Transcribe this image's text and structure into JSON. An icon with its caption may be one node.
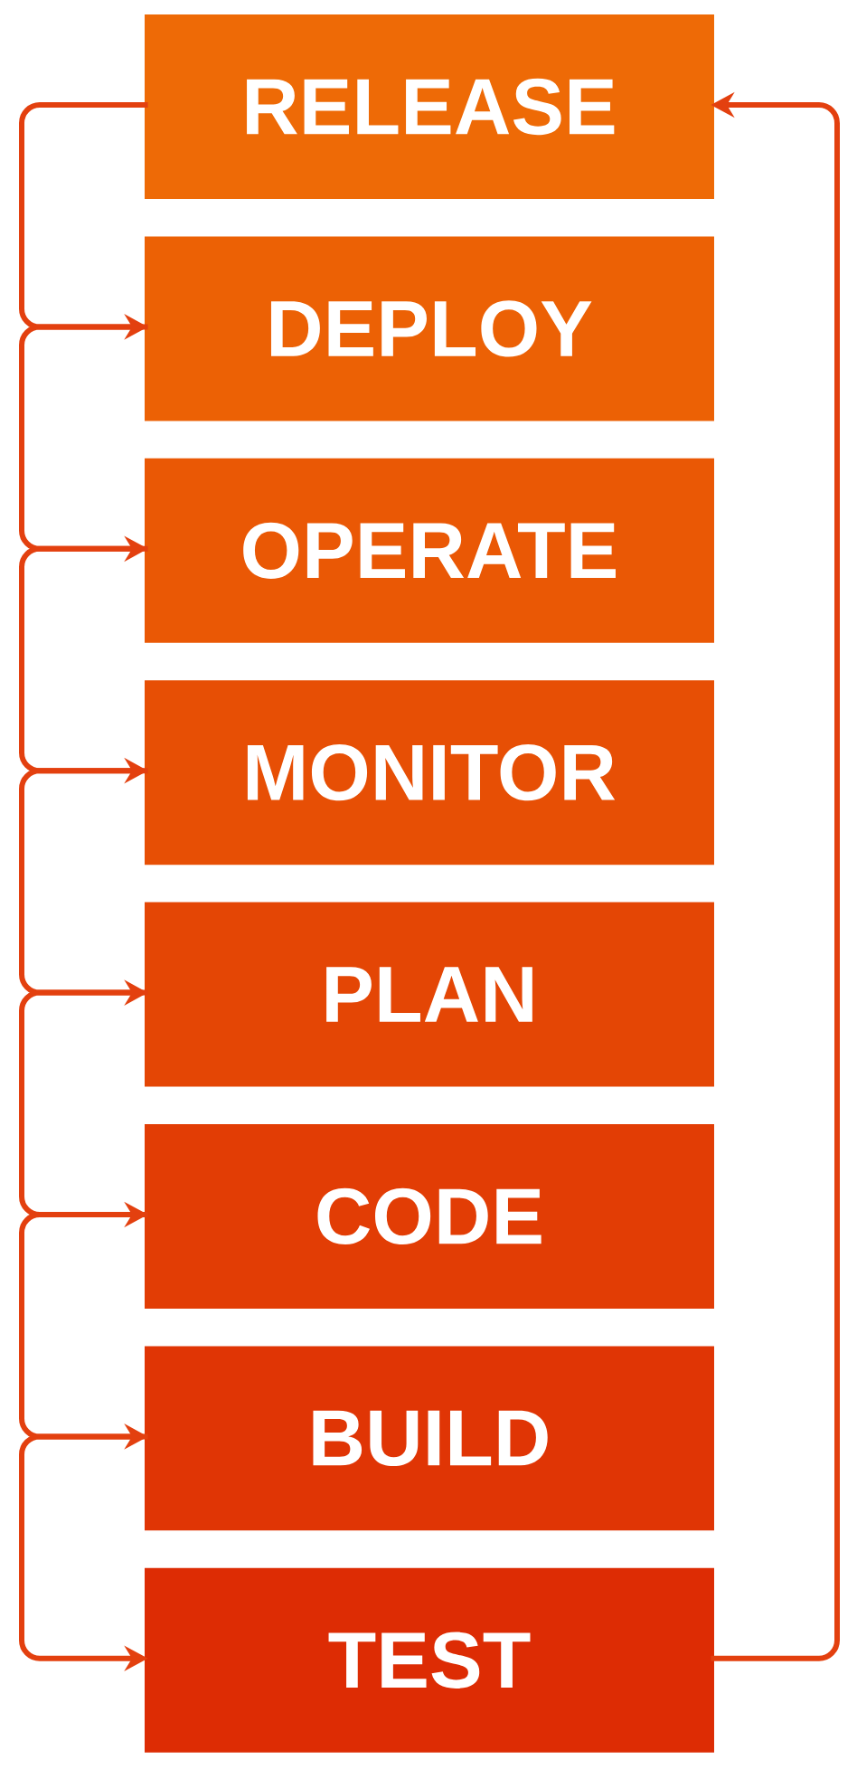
{
  "diagram": {
    "nodes": [
      {
        "text": [
          "RELEASE"
        ]
      },
      {
        "text": [
          "DEPLOY"
        ]
      },
      {
        "text": [
          "OPERATE"
        ]
      },
      {
        "text": [
          "MONITOR"
        ]
      },
      {
        "text": [
          "PLAN"
        ]
      },
      {
        "text": [
          "CODE"
        ]
      },
      {
        "text": [
          "BUILD"
        ]
      },
      {
        "text": [
          "TEST"
        ]
      }
    ],
    "edges": [
      {
        "from": 0,
        "to": 1,
        "arrow": "to"
      },
      {
        "from": 1,
        "to": 2,
        "arrow": "to"
      },
      {
        "from": 2,
        "to": 3,
        "arrow": "to"
      },
      {
        "from": 3,
        "to": 4,
        "arrow": "to"
      },
      {
        "from": 4,
        "to": 5,
        "arrow": "to"
      },
      {
        "from": 5,
        "to": 6,
        "arrow": "to"
      },
      {
        "from": 6,
        "to": 7,
        "arrow": "to"
      },
      {
        "from": 7,
        "to": 0,
        "arrow": "to"
      }
    ]
  }
}
